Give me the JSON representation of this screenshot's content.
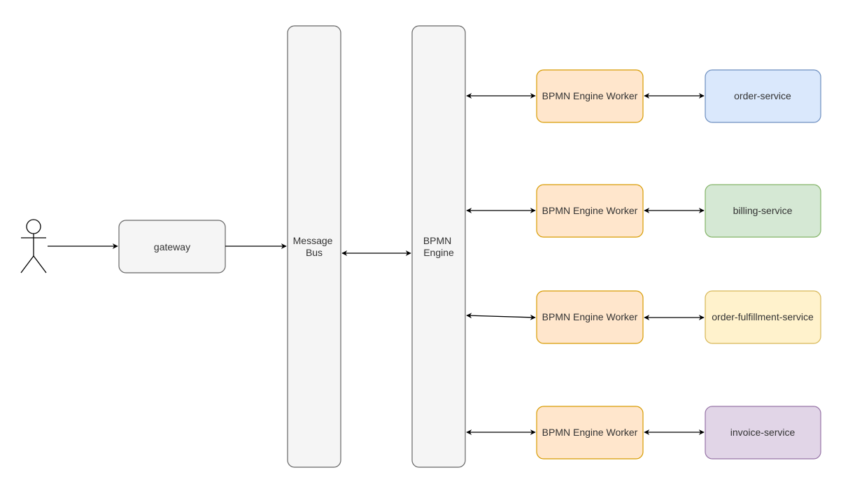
{
  "diagram": {
    "actor": {
      "label": ""
    },
    "gateway": {
      "label": "gateway"
    },
    "message_bus": {
      "label_line1": "Message",
      "label_line2": "Bus"
    },
    "bpmn_engine": {
      "label_line1": "BPMN",
      "label_line2": "Engine"
    },
    "workers": [
      {
        "label": "BPMN Engine Worker"
      },
      {
        "label": "BPMN Engine Worker"
      },
      {
        "label": "BPMN Engine Worker"
      },
      {
        "label": "BPMN Engine Worker"
      }
    ],
    "services": [
      {
        "label": "order-service",
        "fill": "#dae8fc",
        "stroke": "#6c8ebf"
      },
      {
        "label": "billing-service",
        "fill": "#d5e8d4",
        "stroke": "#82b366"
      },
      {
        "label": "order-fulfillment-service",
        "fill": "#fff2cc",
        "stroke": "#d6b656"
      },
      {
        "label": "invoice-service",
        "fill": "#e1d5e7",
        "stroke": "#9673a6"
      }
    ],
    "colors": {
      "gray_fill": "#f5f5f5",
      "gray_stroke": "#666666",
      "worker_fill": "#ffe6cc",
      "worker_stroke": "#d79b00",
      "line": "#000000"
    }
  }
}
